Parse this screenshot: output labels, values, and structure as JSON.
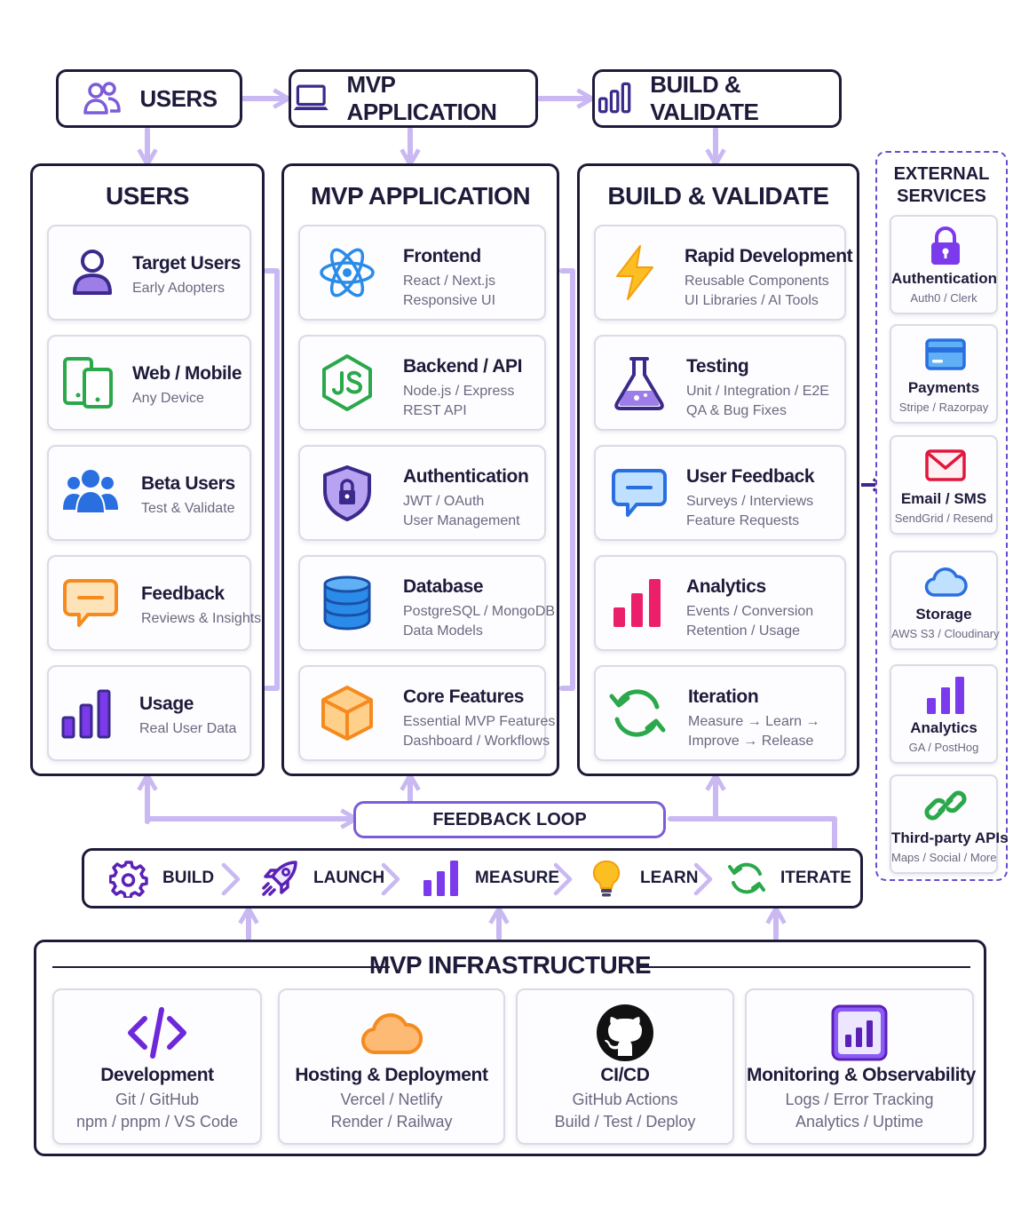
{
  "top_row": [
    {
      "label": "USERS",
      "icon": "users-icon"
    },
    {
      "label": "MVP APPLICATION",
      "icon": "laptop-icon"
    },
    {
      "label": "BUILD & VALIDATE",
      "icon": "bar-chart-icon"
    }
  ],
  "users": {
    "title": "USERS",
    "cards": [
      {
        "title": "Target Users",
        "lines": [
          "Early Adopters"
        ],
        "icon": "user-icon"
      },
      {
        "title": "Web / Mobile",
        "lines": [
          "Any Device"
        ],
        "icon": "devices-icon"
      },
      {
        "title": "Beta Users",
        "lines": [
          "Test & Validate"
        ],
        "icon": "group-icon"
      },
      {
        "title": "Feedback",
        "lines": [
          "Reviews & Insights"
        ],
        "icon": "chat-bubble-icon"
      },
      {
        "title": "Usage",
        "lines": [
          "Real User Data"
        ],
        "icon": "bar-chart-icon"
      }
    ]
  },
  "app": {
    "title": "MVP APPLICATION",
    "cards": [
      {
        "title": "Frontend",
        "lines": [
          "React / Next.js",
          "Responsive UI"
        ],
        "icon": "react-atom-icon"
      },
      {
        "title": "Backend / API",
        "lines": [
          "Node.js / Express",
          "REST API"
        ],
        "icon": "nodejs-hexagon-icon"
      },
      {
        "title": "Authentication",
        "lines": [
          "JWT / OAuth",
          "User Management"
        ],
        "icon": "shield-lock-icon"
      },
      {
        "title": "Database",
        "lines": [
          "PostgreSQL / MongoDB",
          "Data Models"
        ],
        "icon": "database-icon"
      },
      {
        "title": "Core Features",
        "lines": [
          "Essential MVP Features",
          "Dashboard / Workflows"
        ],
        "icon": "cube-icon"
      }
    ]
  },
  "build": {
    "title": "BUILD & VALIDATE",
    "cards": [
      {
        "title": "Rapid Development",
        "lines": [
          "Reusable Components",
          "UI Libraries / AI Tools"
        ],
        "icon": "lightning-icon"
      },
      {
        "title": "Testing",
        "lines": [
          "Unit / Integration / E2E",
          "QA & Bug Fixes"
        ],
        "icon": "flask-icon"
      },
      {
        "title": "User Feedback",
        "lines": [
          "Surveys / Interviews",
          "Feature Requests"
        ],
        "icon": "chat-bubble-icon"
      },
      {
        "title": "Analytics",
        "lines": [
          "Events / Conversion",
          "Retention / Usage"
        ],
        "icon": "bar-chart-icon"
      },
      {
        "title": "Iteration",
        "lines": [
          "Measure → Learn →",
          "Improve → Release"
        ],
        "icon": "refresh-cycle-icon"
      }
    ]
  },
  "external": {
    "title_lines": [
      "EXTERNAL",
      "SERVICES"
    ],
    "cards": [
      {
        "title": "Authentication",
        "sub": "Auth0 / Clerk",
        "icon": "padlock-icon"
      },
      {
        "title": "Payments",
        "sub": "Stripe / Razorpay",
        "icon": "credit-card-icon"
      },
      {
        "title": "Email / SMS",
        "sub": "SendGrid / Resend",
        "icon": "envelope-icon"
      },
      {
        "title": "Storage",
        "sub": "AWS S3 / Cloudinary",
        "icon": "cloud-icon"
      },
      {
        "title": "Analytics",
        "sub": "GA / PostHog",
        "icon": "bar-chart-icon"
      },
      {
        "title": "Third-party APIs",
        "sub": "Maps / Social / More",
        "icon": "link-icon"
      }
    ]
  },
  "feedback_loop": {
    "label": "FEEDBACK LOOP"
  },
  "cycle": [
    {
      "label": "BUILD",
      "icon": "gear-icon"
    },
    {
      "label": "LAUNCH",
      "icon": "rocket-icon"
    },
    {
      "label": "MEASURE",
      "icon": "bar-chart-icon"
    },
    {
      "label": "LEARN",
      "icon": "lightbulb-icon"
    },
    {
      "label": "ITERATE",
      "icon": "refresh-cycle-icon"
    }
  ],
  "infrastructure": {
    "title": "MVP INFRASTRUCTURE",
    "cards": [
      {
        "title": "Development",
        "lines": [
          "Git / GitHub",
          "npm / pnpm / VS Code"
        ],
        "icon": "code-brackets-icon"
      },
      {
        "title": "Hosting & Deployment",
        "lines": [
          "Vercel / Netlify",
          "Render / Railway"
        ],
        "icon": "cloud-icon"
      },
      {
        "title": "CI/CD",
        "lines": [
          "GitHub Actions",
          "Build / Test / Deploy"
        ],
        "icon": "github-icon"
      },
      {
        "title": "Monitoring & Observability",
        "lines": [
          "Logs / Error Tracking",
          "Analytics / Uptime"
        ],
        "icon": "monitor-chart-icon"
      }
    ]
  },
  "colors": {
    "ink": "#1e1b3a",
    "accent_purple": "#7c5cd8",
    "connector_lavender": "#c9b8f2",
    "muted_text": "#6b6880",
    "blue": "#2a6fe0",
    "green": "#2aa84a",
    "orange": "#f58a1f",
    "pink": "#ec1f6a"
  }
}
